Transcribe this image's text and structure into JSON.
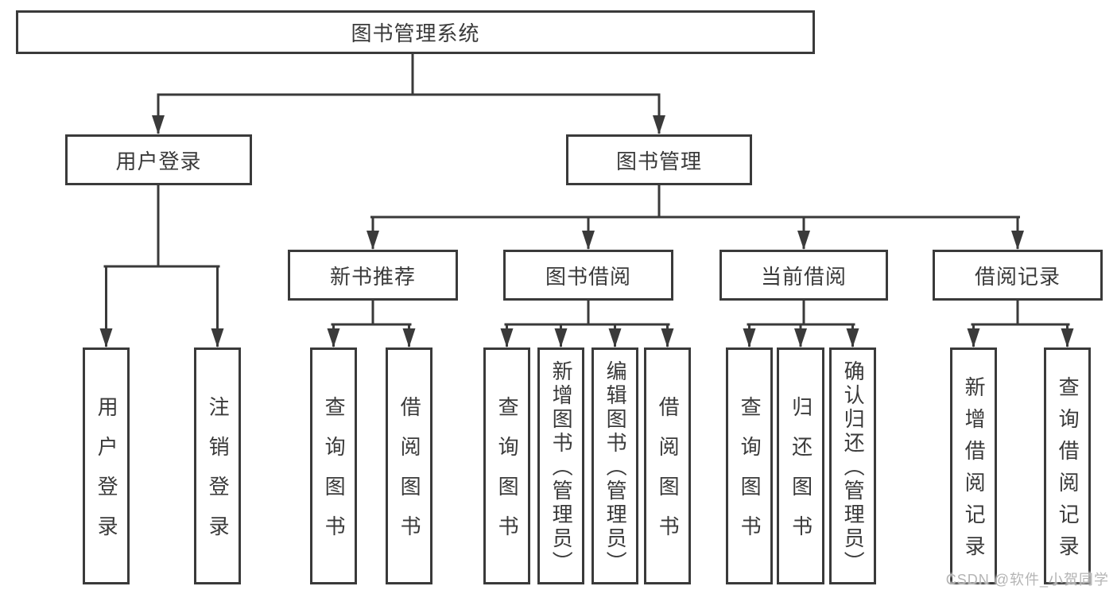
{
  "title": "图书管理系统",
  "level1": [
    "用户登录",
    "图书管理"
  ],
  "level2": [
    "新书推荐",
    "图书借阅",
    "当前借阅",
    "借阅记录"
  ],
  "leaves": {
    "user_login": [
      "用户登录",
      "注销登录"
    ],
    "new_books": [
      "查询图书",
      "借阅图书"
    ],
    "book_borrowing": [
      "查询图书",
      "新增图书（管理员）",
      "编辑图书（管理员）",
      "借阅图书"
    ],
    "current_borrowing": [
      "查询图书",
      "归还图书",
      "确认归还（管理员）"
    ],
    "borrow_records": [
      "新增借阅记录",
      "查询借阅记录"
    ]
  },
  "watermark": "CSDN @软件_小贺同学",
  "colors": {
    "line": "#3a3a3a",
    "text": "#3a3a3a",
    "background": "#ffffff",
    "watermark": "#b4b4b4"
  }
}
